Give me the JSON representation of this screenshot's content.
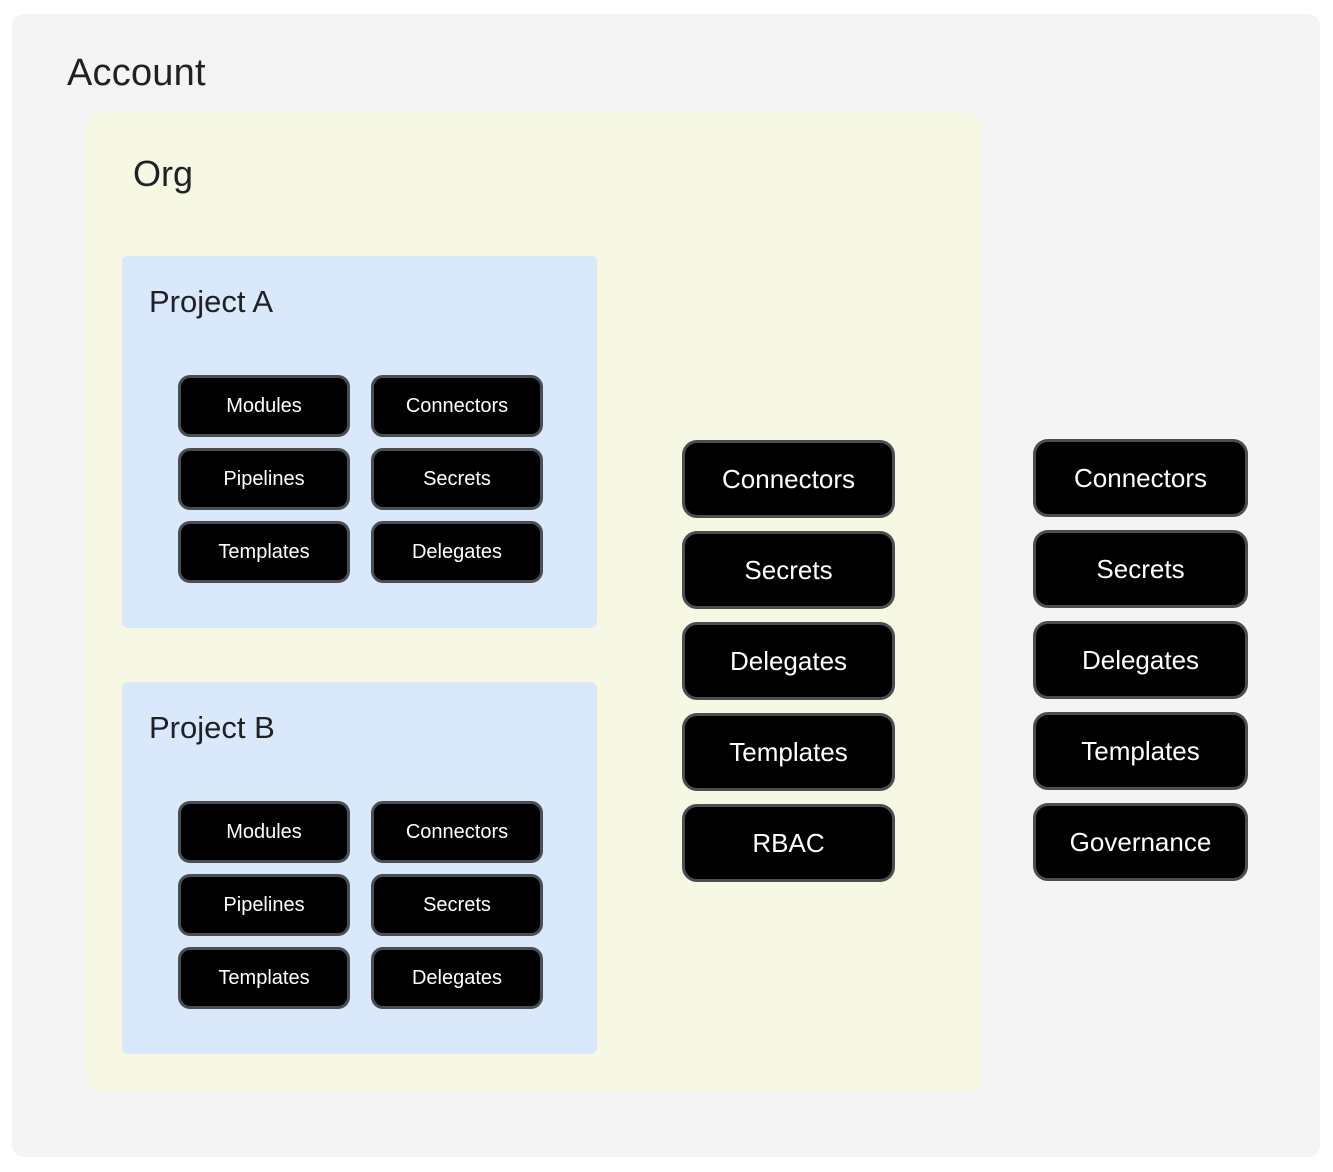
{
  "account": {
    "title": "Account",
    "resources": [
      "Connectors",
      "Secrets",
      "Delegates",
      "Templates",
      "Governance"
    ]
  },
  "org": {
    "title": "Org",
    "resources": [
      "Connectors",
      "Secrets",
      "Delegates",
      "Templates",
      "RBAC"
    ],
    "projects": [
      {
        "title": "Project A",
        "resources": [
          "Modules",
          "Connectors",
          "Pipelines",
          "Secrets",
          "Templates",
          "Delegates"
        ]
      },
      {
        "title": "Project B",
        "resources": [
          "Modules",
          "Connectors",
          "Pipelines",
          "Secrets",
          "Templates",
          "Delegates"
        ]
      }
    ]
  },
  "colors": {
    "page_bg": "#ffffff",
    "account_bg": "#f4f4f4",
    "org_bg": "#f7f8e3",
    "project_bg": "#d9e8fa",
    "node_bg": "#000000",
    "node_border": "#4a4e52",
    "node_text": "#ffffff",
    "title_text": "#202124"
  }
}
